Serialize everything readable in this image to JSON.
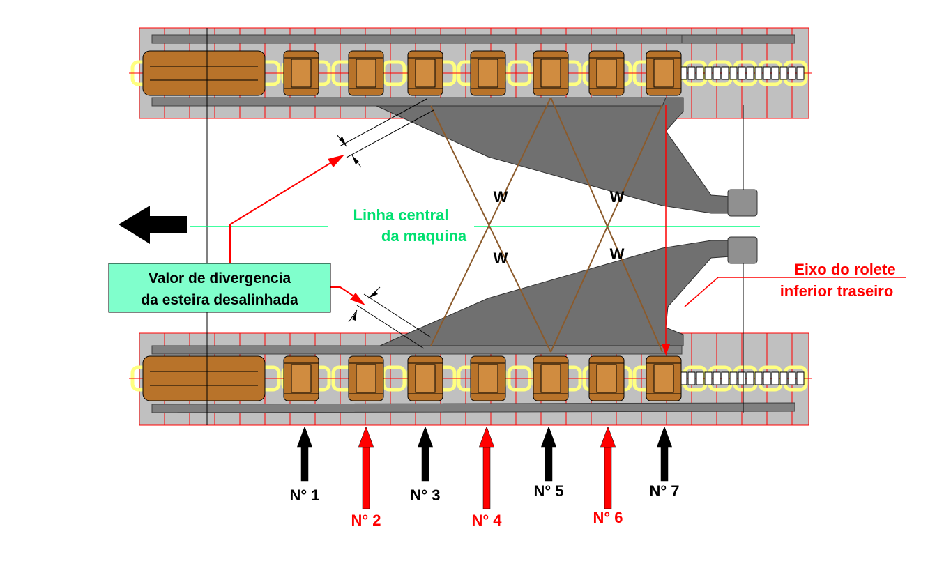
{
  "centerline": {
    "line1": "Linha central",
    "line2": "da maquina"
  },
  "callout": {
    "line1": "Valor de divergencia",
    "line2": "da esteira desalinhada"
  },
  "axle_label": {
    "line1": "Eixo do rolete",
    "line2": "inferior traseiro"
  },
  "force_label": "W",
  "rollers": [
    {
      "label": "N° 1",
      "color": "#000000"
    },
    {
      "label": "N° 2",
      "color": "#ff0000"
    },
    {
      "label": "N° 3",
      "color": "#000000"
    },
    {
      "label": "N° 4",
      "color": "#ff0000"
    },
    {
      "label": "N° 5",
      "color": "#000000"
    },
    {
      "label": "N° 6",
      "color": "#ff0000"
    },
    {
      "label": "N° 7",
      "color": "#000000"
    }
  ],
  "colors": {
    "track_bg": "#c0c0c0",
    "track_grid": "#ff0000",
    "roller": "#b8732a",
    "link": "#ffff80",
    "frame": "#808080",
    "centerline": "#00ff80",
    "callout_bg": "#80ffcc",
    "brace": "#8b5a2b"
  }
}
